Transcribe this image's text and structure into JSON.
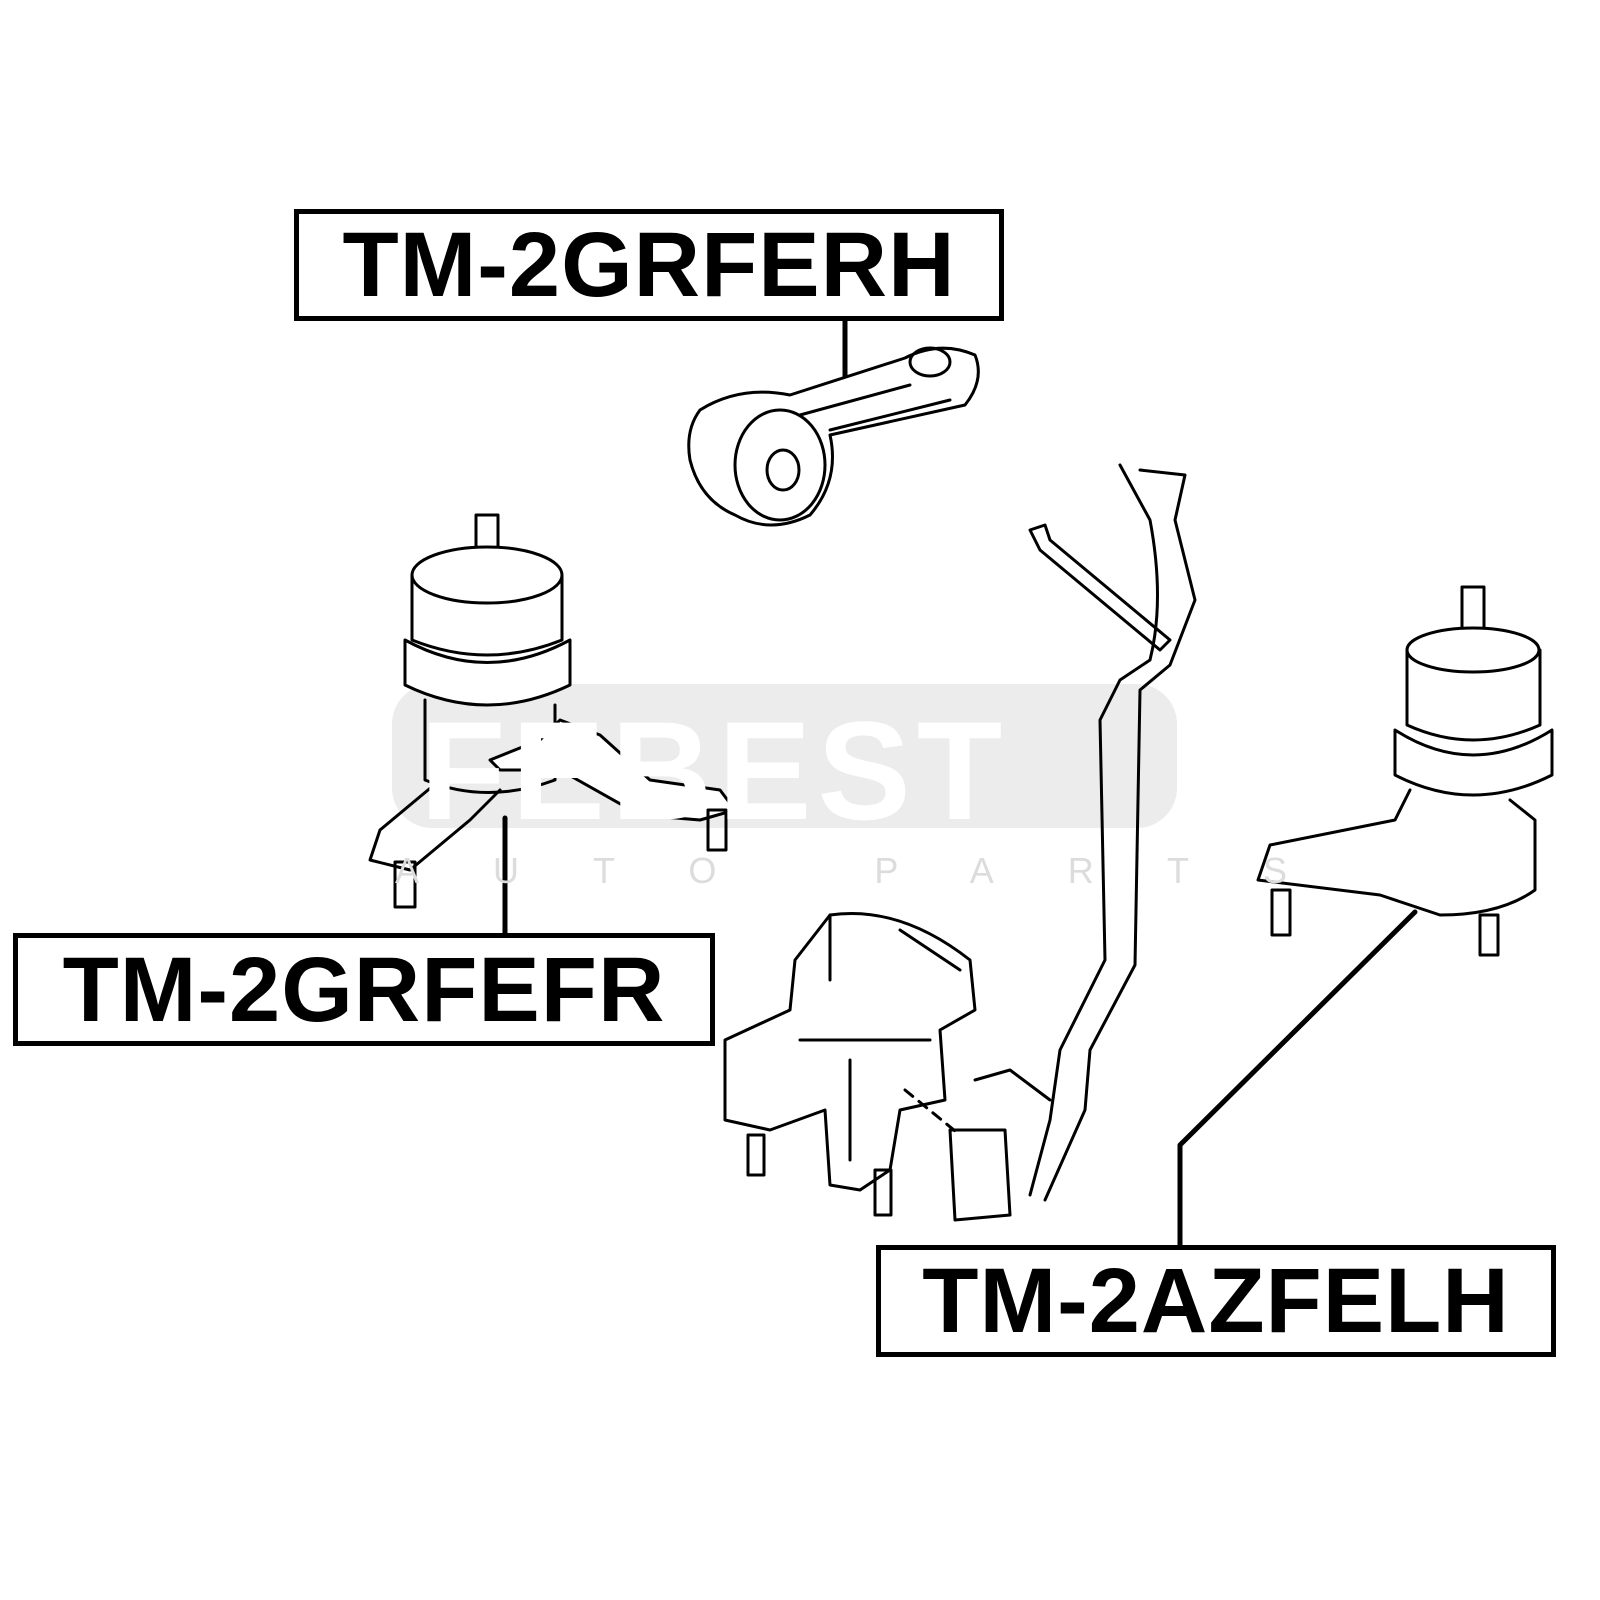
{
  "diagram": {
    "parts": [
      {
        "id": "upper-torque-rod",
        "label": "TM-2GRFERH"
      },
      {
        "id": "right-engine-mount",
        "label": "TM-2GRFEFR"
      },
      {
        "id": "left-engine-mount",
        "label": "TM-2AZFELH"
      }
    ],
    "watermark": {
      "brand": "FEBEST",
      "tagline": "AUTO PARTS"
    },
    "colors": {
      "line": "#000000",
      "watermark": "#e2e2e2"
    }
  }
}
